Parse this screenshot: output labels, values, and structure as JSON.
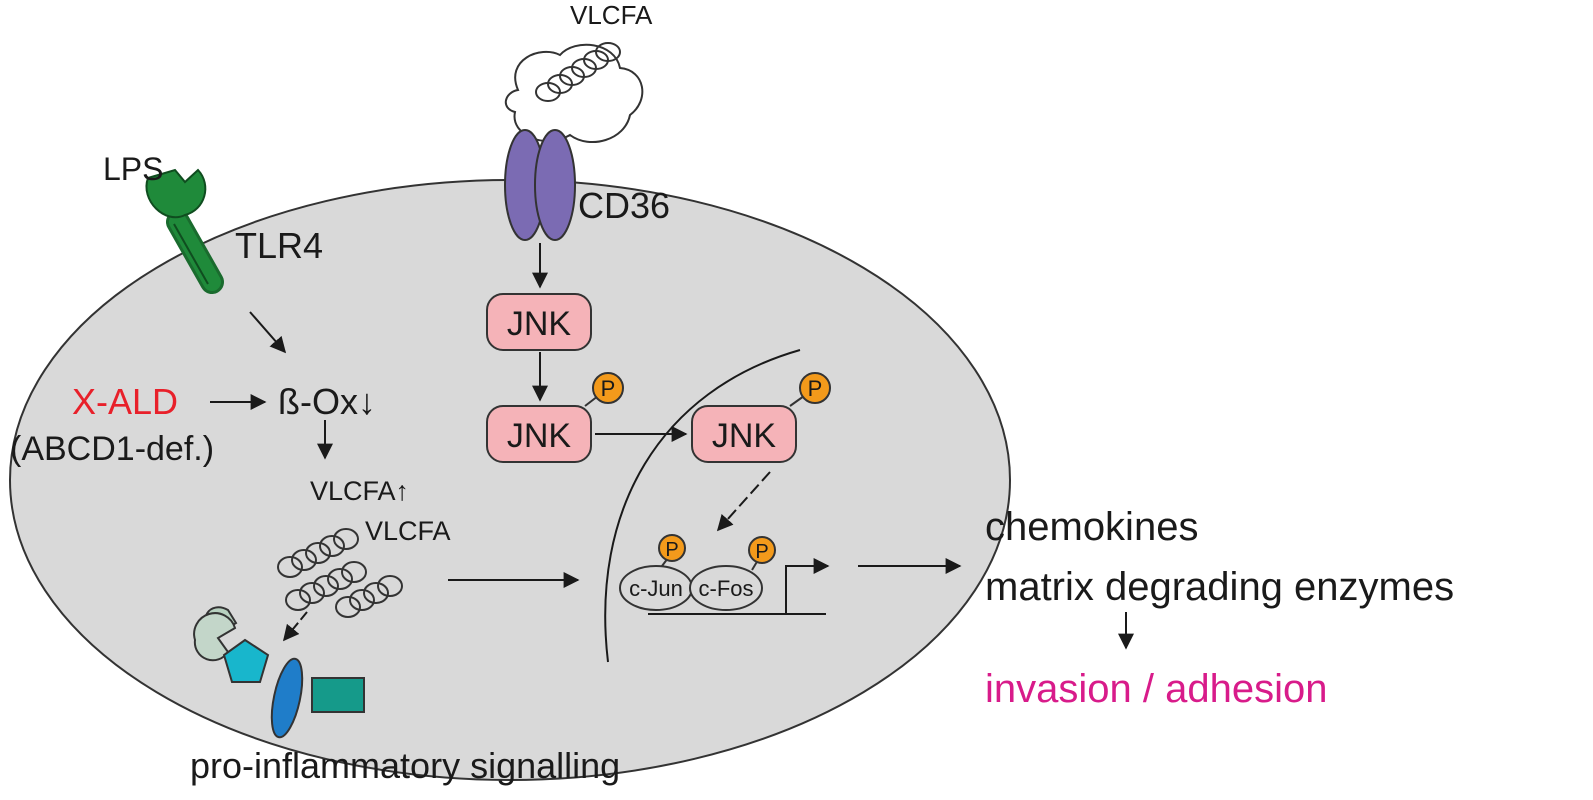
{
  "labels": {
    "vlcfa_top": "VLCFA",
    "lps": "LPS",
    "tlr4": "TLR4",
    "cd36": "CD36",
    "jnk_1": "JNK",
    "jnk_2": "JNK",
    "jnk_3": "JNK",
    "p_1": "P",
    "p_2": "P",
    "p_3": "P",
    "p_4": "P",
    "xald": "X-ALD",
    "abcd1": "(ABCD1-def.)",
    "box": "ß-Ox↓",
    "vlcfa_up": "VLCFA↑",
    "vlcfa_cluster": "VLCFA",
    "cjun": "c-Jun",
    "cfos": "c-Fos",
    "chemokines": "chemokines",
    "mde": "matrix degrading enzymes",
    "invasion": "invasion / adhesion",
    "proinflam": "pro-inflammatory signalling"
  },
  "colors": {
    "cell_fill": "#d9d9d9",
    "jnk_fill": "#f5b3b8",
    "phospho": "#f39a1b",
    "cd36": "#7b6bb3",
    "tlr4": "#1f8a3a",
    "xald": "#e8202a",
    "invasion": "#d81b8a"
  }
}
